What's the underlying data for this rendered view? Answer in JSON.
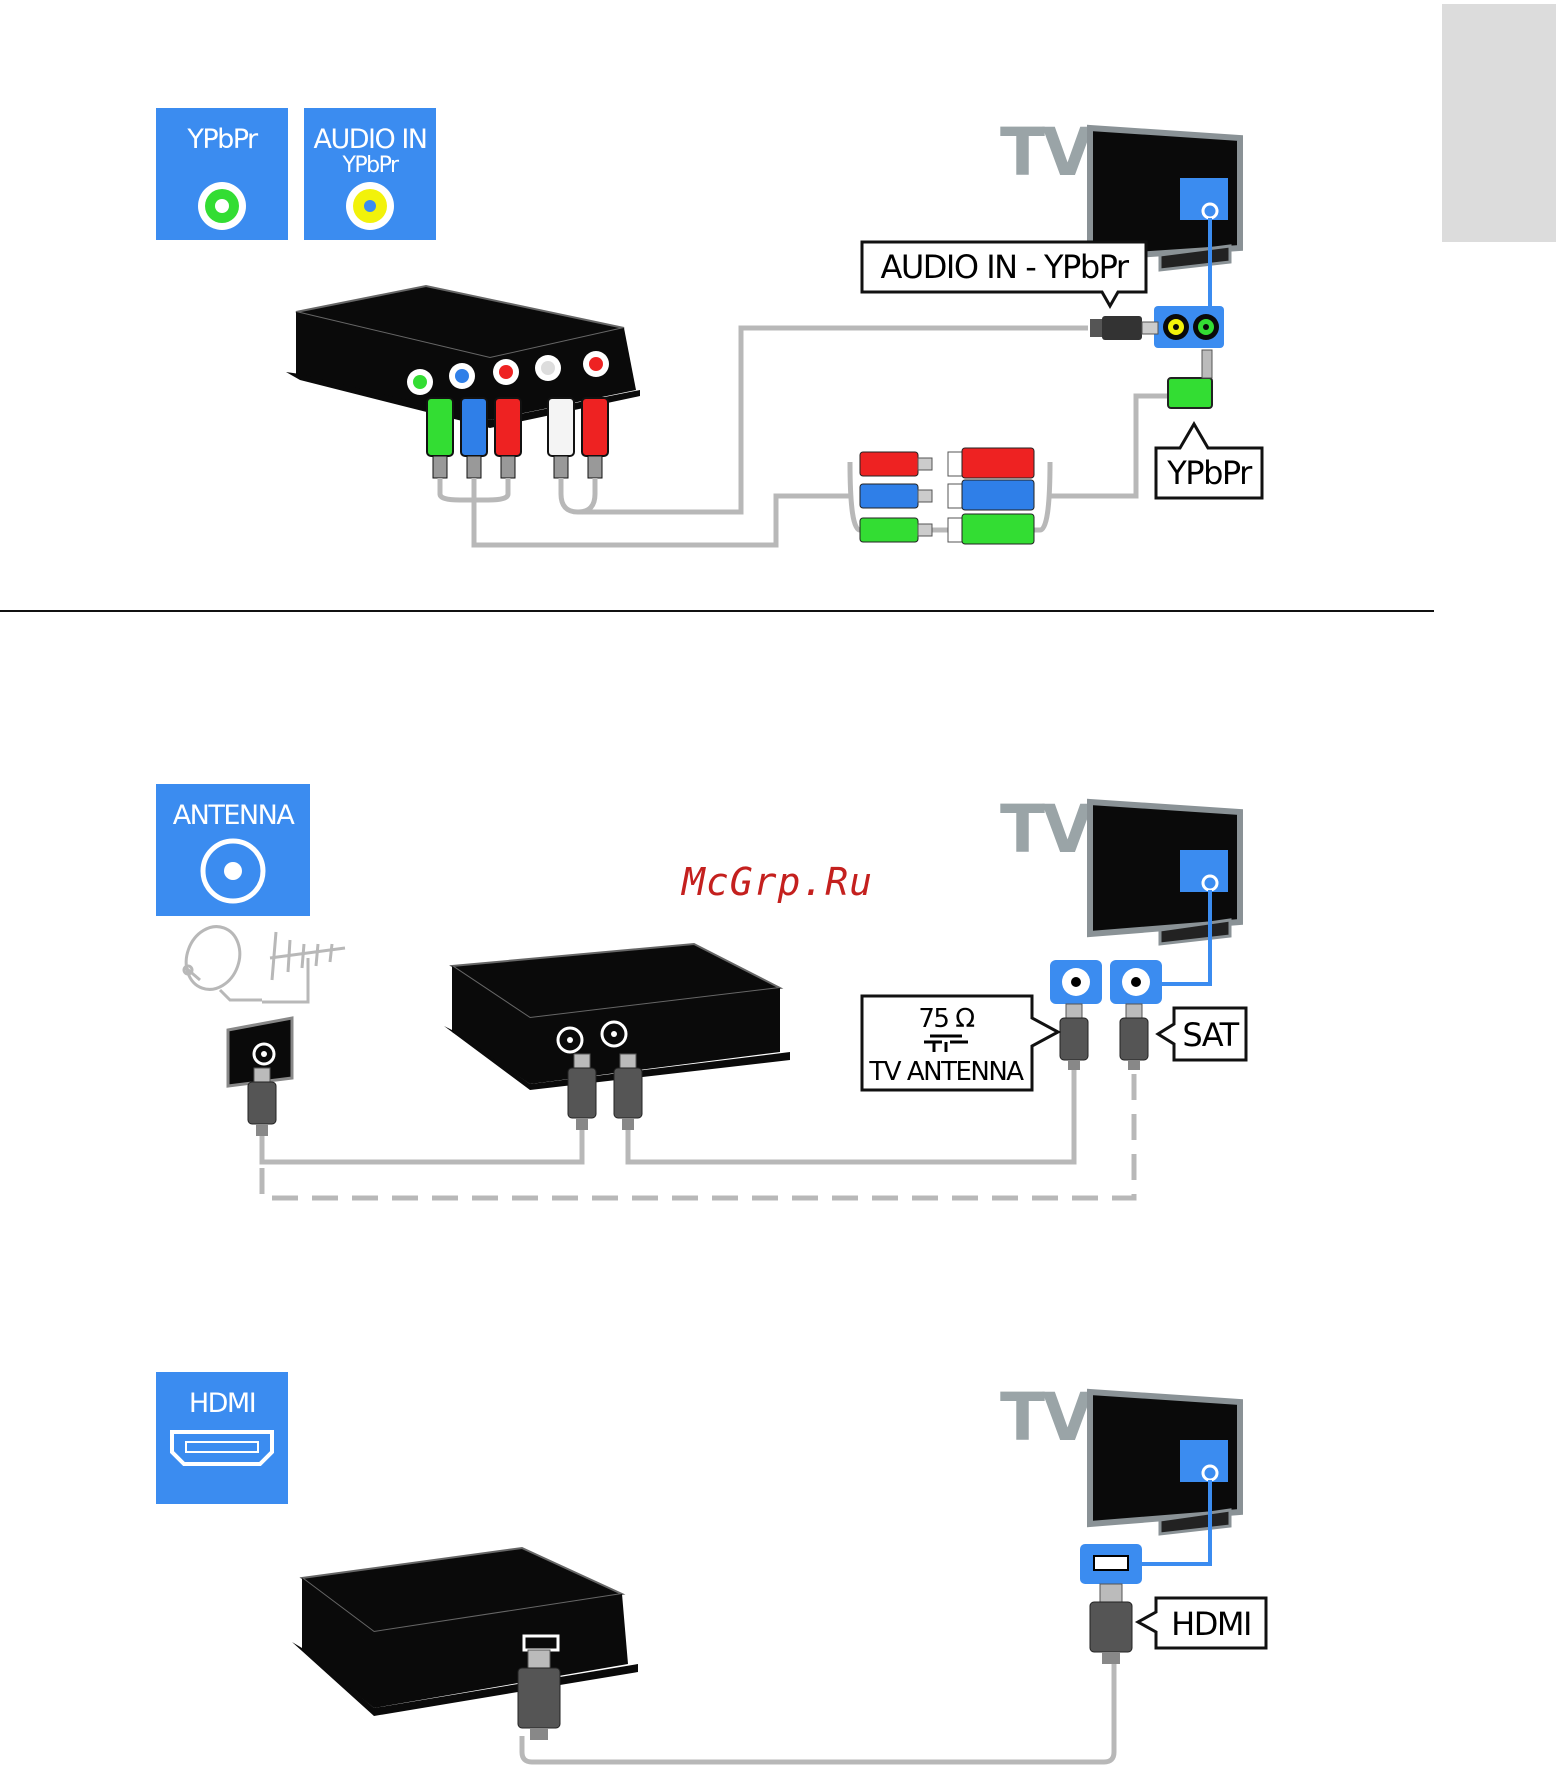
{
  "watermark": "McGrp.Ru",
  "colors": {
    "accent_blue": "#3b8cf0",
    "cable_gray": "#b8b8b8",
    "tv_label_gray": "#9aa4a7",
    "device_black": "#0a0a0a",
    "plug_green": "#33dd33",
    "plug_blue": "#2f7fe8",
    "plug_red": "#ee2222",
    "jack_yellow": "#f2f20a"
  },
  "sections": {
    "ypbpr": {
      "port_icon_1": {
        "label": "YPbPr",
        "icon": "green-rca-jack-icon"
      },
      "port_icon_2": {
        "label_line1": "AUDIO IN",
        "label_line2": "YPbPr",
        "icon": "yellow-audio-jack-icon"
      },
      "tv_label": "TV",
      "callout_audio": "AUDIO IN - YPbPr",
      "callout_ypbpr": "YPbPr"
    },
    "antenna": {
      "port_icon": {
        "label": "ANTENNA",
        "icon": "coax-antenna-jack-icon"
      },
      "tv_label": "TV",
      "callout_antenna_line1": "75 Ω",
      "callout_antenna_line2": "TV ANTENNA",
      "callout_sat": "SAT"
    },
    "hdmi": {
      "port_icon": {
        "label": "HDMI",
        "icon": "hdmi-port-icon"
      },
      "tv_label": "TV",
      "callout_hdmi": "HDMI"
    }
  }
}
